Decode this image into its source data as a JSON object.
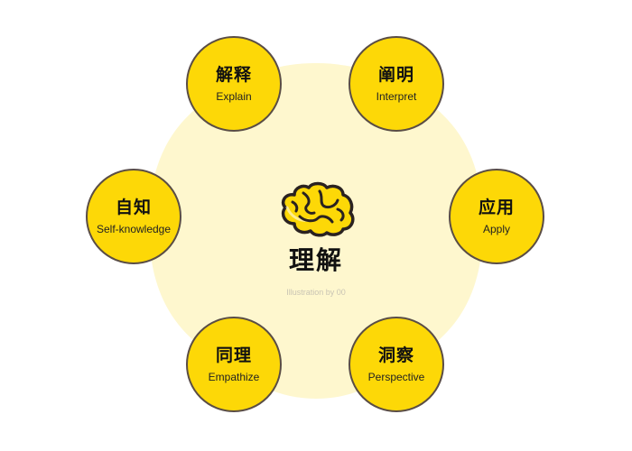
{
  "colors": {
    "accent": "#FDD807",
    "hex_background": "#FEF7CE",
    "outline": "#5A4D45"
  },
  "center": {
    "icon": "brain-icon",
    "title": "理解",
    "credit": "Illustration by 00"
  },
  "nodes": [
    {
      "id": "explain",
      "zh": "解释",
      "en": "Explain"
    },
    {
      "id": "interpret",
      "zh": "阐明",
      "en": "Interpret"
    },
    {
      "id": "apply",
      "zh": "应用",
      "en": "Apply"
    },
    {
      "id": "perspective",
      "zh": "洞察",
      "en": "Perspective"
    },
    {
      "id": "empathize",
      "zh": "同理",
      "en": "Empathize"
    },
    {
      "id": "self-knowledge",
      "zh": "自知",
      "en": "Self-knowledge"
    }
  ]
}
